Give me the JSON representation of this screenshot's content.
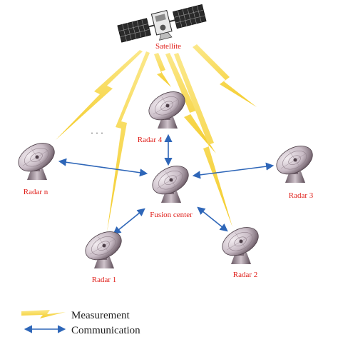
{
  "colors": {
    "label_red": "#e0201b",
    "beam_yellow": "#f6d33c",
    "beam_light": "#fbe88a",
    "comm_blue": "#2e66b8",
    "dish_light": "#c9bcc6",
    "dish_dark": "#5c4b56",
    "legend_text": "#1f1f1f"
  },
  "nodes": {
    "satellite": {
      "label": "Satellite"
    },
    "radar_4": {
      "label": "Radar 4"
    },
    "radar_n": {
      "label": "Radar n"
    },
    "radar_3": {
      "label": "Radar 3"
    },
    "radar_1": {
      "label": "Radar 1"
    },
    "radar_2": {
      "label": "Radar 2"
    },
    "fusion_center": {
      "label": "Fusion center"
    }
  },
  "ellipsis": "· · ·",
  "legend": {
    "measurement": "Measurement",
    "communication": "Communication"
  },
  "icons": {
    "satellite": "satellite-icon",
    "radar": "radar-dish-icon",
    "lightning": "lightning-bolt-icon",
    "arrow": "double-arrow-icon"
  }
}
